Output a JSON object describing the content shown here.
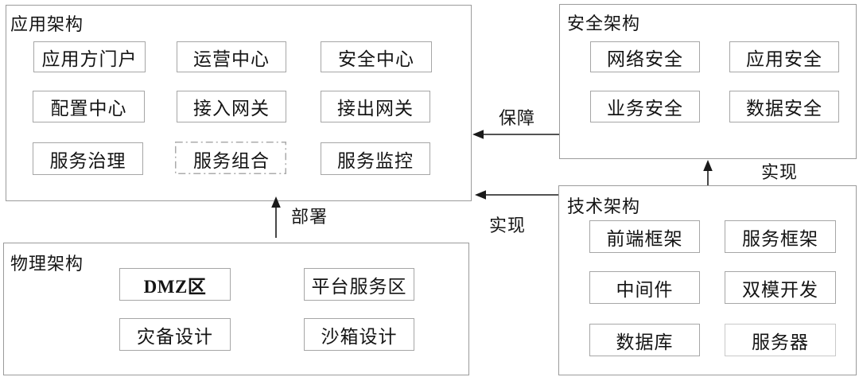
{
  "diagram": {
    "groups": [
      {
        "title": "应用架构",
        "items": [
          "应用方门户",
          "运营中心",
          "安全中心",
          "配置中心",
          "接入网关",
          "接出网关",
          "服务治理",
          "服务组合",
          "服务监控"
        ]
      },
      {
        "title": "安全架构",
        "items": [
          "网络安全",
          "应用安全",
          "业务安全",
          "数据安全"
        ]
      },
      {
        "title": "技术架构",
        "items": [
          "前端框架",
          "服务框架",
          "中间件",
          "双模开发",
          "数据库",
          "服务器"
        ]
      },
      {
        "title": "物理架构",
        "items": [
          "DMZ区",
          "平台服务区",
          "灾备设计",
          "沙箱设计"
        ]
      }
    ],
    "edges": [
      {
        "label": "保障",
        "from": "安全架构",
        "to": "应用架构"
      },
      {
        "label": "实现",
        "from": "技术架构",
        "to": "应用架构"
      },
      {
        "label": "实现",
        "from": "技术架构",
        "to": "安全架构"
      },
      {
        "label": "部署",
        "from": "物理架构",
        "to": "应用架构"
      }
    ],
    "colors": {
      "background": "#ffffff",
      "group_border": "#9b9b9b",
      "node_border": "#a6a6a6",
      "dashed_node_border": "#ababab",
      "light_node_border": "#c9c9c9",
      "text": "#141414",
      "arrow": "#1a1a1a"
    }
  }
}
